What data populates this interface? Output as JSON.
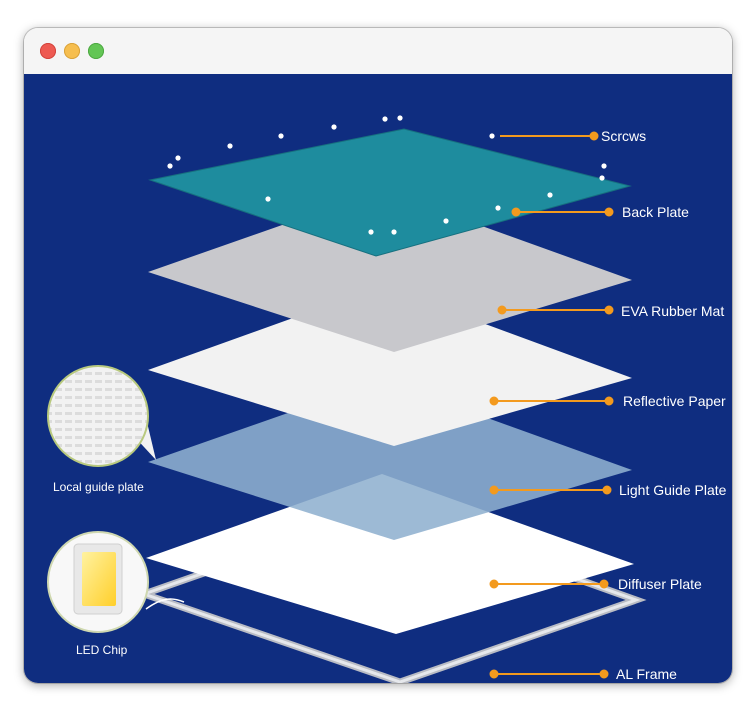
{
  "window": {
    "controls": [
      "close",
      "minimize",
      "maximize"
    ]
  },
  "diagram": {
    "layers": [
      {
        "key": "screws",
        "label": "Scrcws"
      },
      {
        "key": "back_plate",
        "label": "Back Plate"
      },
      {
        "key": "eva",
        "label": "EVA Rubber Mat"
      },
      {
        "key": "reflective",
        "label": "Reflective Paper"
      },
      {
        "key": "lgp",
        "label": "Light Guide Plate"
      },
      {
        "key": "diffuser",
        "label": "Diffuser Plate"
      },
      {
        "key": "frame",
        "label": "AL Frame"
      }
    ],
    "callouts": {
      "guide_plate": "Local guide plate",
      "led_chip": "LED Chip"
    },
    "colors": {
      "background": "#0f2d80",
      "back_plate": "#1e8c9e",
      "eva": "#c9c9cc",
      "reflective": "#f0f0f0",
      "lgp": "#8fb0cf",
      "diffuser": "#ffffff",
      "frame": "#cfd2d8",
      "marker": "#f39a1e",
      "led": "#ffd640"
    }
  }
}
